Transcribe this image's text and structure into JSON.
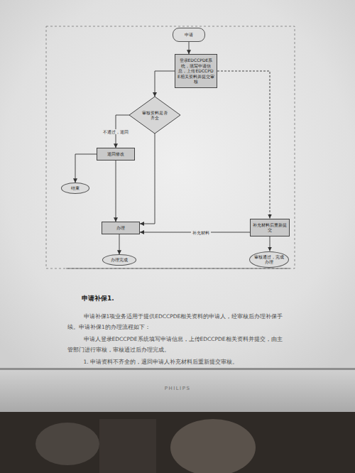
{
  "diagram": {
    "nodes": [
      {
        "text": [
          "申请"
        ]
      },
      {
        "text": [
          "登录EDCCPDE系统，填写申请信息，上传EDCCPDE相关资料并提交审核"
        ]
      },
      {
        "text": [
          "审核资料是否齐全"
        ]
      },
      {
        "text": [
          "退回修改"
        ]
      },
      {
        "text": [
          "结束"
        ]
      },
      {
        "text": [
          "办理"
        ]
      },
      {
        "text": [
          "办理完成"
        ]
      },
      {
        "text": [
          "补充材料后重新提交"
        ]
      },
      {
        "text": [
          "审核通过，完成办理"
        ]
      }
    ],
    "edges": [
      {
        "from": 0,
        "to": 1,
        "arrow": "to"
      },
      {
        "from": 1,
        "to": 2,
        "arrow": "to"
      },
      {
        "from": 2,
        "to": 3,
        "label": "不通过，退回",
        "arrow": "to"
      },
      {
        "from": 3,
        "to": 4,
        "arrow": "to"
      },
      {
        "from": 3,
        "to": 5,
        "arrow": "to"
      },
      {
        "from": 5,
        "to": 6,
        "arrow": "to"
      },
      {
        "from": 1,
        "to": 7,
        "arrow": "to"
      },
      {
        "from": 7,
        "to": 5,
        "label": "补充材料",
        "arrow": "to"
      },
      {
        "from": 7,
        "to": 8,
        "arrow": "to"
      },
      {
        "from": 2,
        "to": 5,
        "arrow": "to"
      }
    ],
    "labels": [
      "申请补保1.",
      "申请补保1项业务适用于提供EDCCPDE相关资料的申请人，经审核后办理补保手续。申请补保1的办理流程如下：",
      "申请人登录EDCCPDE系统填写申请信息，上传EDCCPDE相关资料并提交，由主管部门进行审核，审核通过后办理完成。",
      "1. 申请资料不齐全的，退回申请人补充材料后重新提交审核。",
      "PHILIPS"
    ]
  }
}
